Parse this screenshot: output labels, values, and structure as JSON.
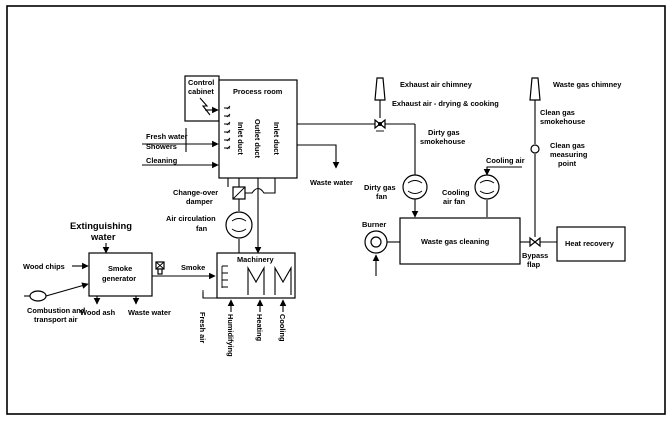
{
  "labels": {
    "control_cabinet": [
      "Control",
      "cabinet"
    ],
    "process_room": "Process room",
    "fresh_water": "Fresh water",
    "showers": "Showers",
    "cleaning": "Cleaning",
    "inlet_duct_left": "Inlet duct",
    "outlet_duct": "Outlet duct",
    "inlet_duct_right": "Inlet duct",
    "waste_water_process": "Waste water",
    "change_over_damper": [
      "Change-over",
      "damper"
    ],
    "air_circulation_fan": [
      "Air circulation",
      "fan"
    ],
    "extinguishing_water": [
      "Extinguishing",
      "water"
    ],
    "wood_chips": "Wood chips",
    "smoke_generator": [
      "Smoke",
      "generator"
    ],
    "smoke": "Smoke",
    "combustion_air": [
      "Combustion and",
      "transport air"
    ],
    "wood_ash": "Wood ash",
    "waste_water_smoke": "Waste water",
    "machinery": "Machinery",
    "fresh_air": "Fresh air",
    "humidifying": "Humidifying",
    "heating": "Heating",
    "cooling": "Cooling",
    "exhaust_air_chimney": "Exhaust air chimney",
    "exhaust_air_drying": "Exhaust air - drying & cooking",
    "dirty_gas_smokehouse": [
      "Dirty gas",
      "smokehouse"
    ],
    "dirty_gas_fan": [
      "Dirty gas",
      "fan"
    ],
    "cooling_air": "Cooling air",
    "cooling_air_fan": [
      "Cooling",
      "air fan"
    ],
    "burner": "Burner",
    "waste_gas_cleaning": "Waste gas cleaning",
    "waste_gas_chimney": "Waste gas chimney",
    "clean_gas_smokehouse": [
      "Clean gas",
      "smokehouse"
    ],
    "clean_gas_measuring_point": [
      "Clean gas",
      "measuring",
      "point"
    ],
    "bypass_flap": [
      "Bypass",
      "flap"
    ],
    "heat_recovery": "Heat recovery"
  }
}
